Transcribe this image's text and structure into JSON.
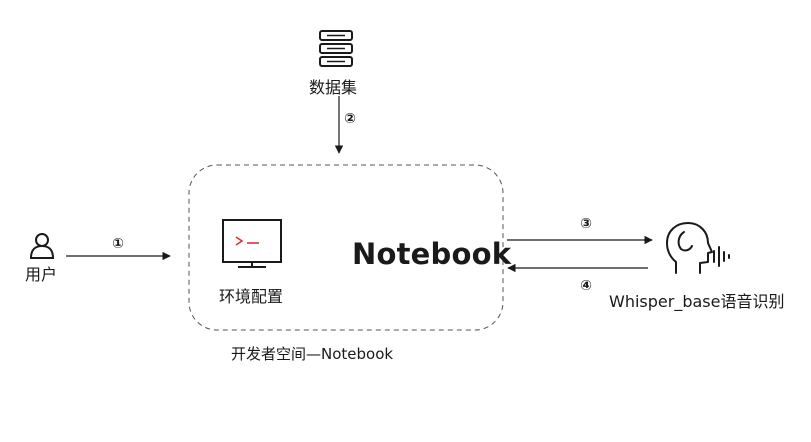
{
  "nodes": {
    "dataset": {
      "label": "数据集",
      "icon": "database-icon"
    },
    "user": {
      "label": "用户",
      "icon": "user-icon"
    },
    "env_config": {
      "label": "环境配置",
      "icon": "terminal-monitor-icon"
    },
    "notebook": {
      "label": "Notebook"
    },
    "whisper": {
      "label": "Whisper_base语音识别",
      "icon": "speech-recognition-head-icon"
    },
    "dev_space": {
      "label": "开发者空间—Notebook"
    }
  },
  "steps": {
    "s1": "①",
    "s2": "②",
    "s3": "③",
    "s4": "④"
  },
  "colors": {
    "line": "#1a1a1a",
    "dashed_border": "#555555",
    "terminal_accent": "#e0303a"
  }
}
